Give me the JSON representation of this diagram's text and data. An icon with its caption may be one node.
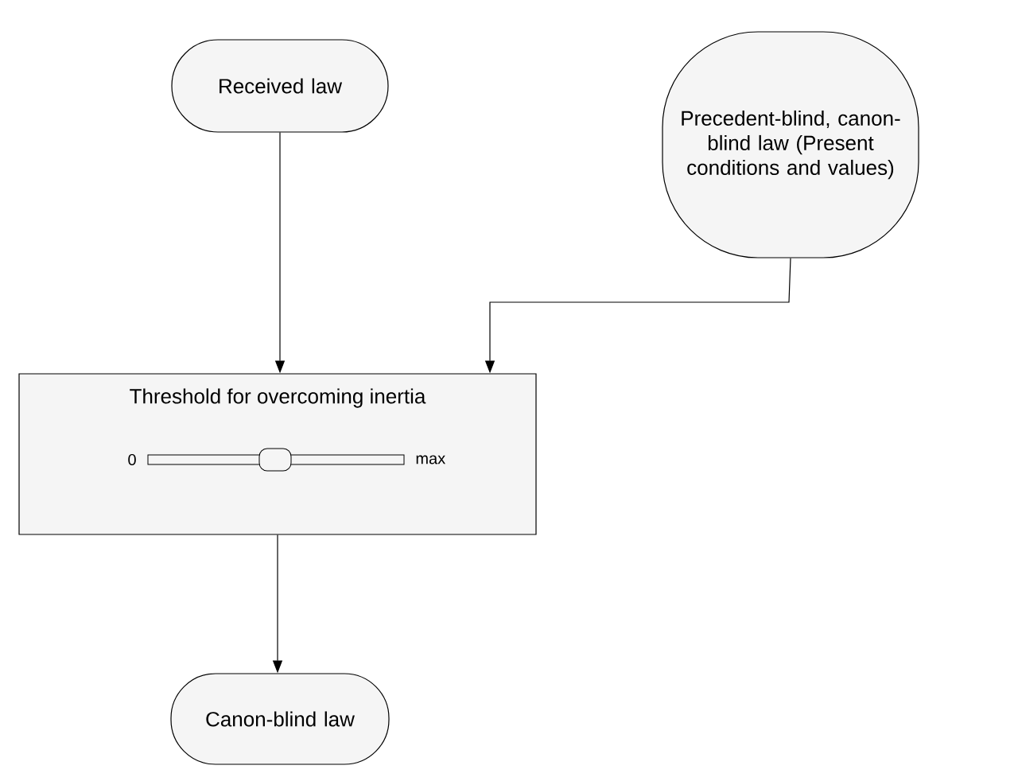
{
  "diagram": {
    "nodes": [
      {
        "text": [
          "Received law"
        ]
      },
      {
        "text": [
          "Precedent-blind, canon-blind law (Present conditions and values)"
        ]
      },
      {
        "text": [
          "Threshold for overcoming inertia",
          "0",
          "max"
        ]
      },
      {
        "text": [
          "Canon-blind law"
        ]
      }
    ],
    "edges": [
      {
        "from": 0,
        "to": 2,
        "arrow": "to"
      },
      {
        "from": 1,
        "to": 2,
        "arrow": "to"
      },
      {
        "from": 2,
        "to": 3,
        "arrow": "to"
      }
    ]
  }
}
